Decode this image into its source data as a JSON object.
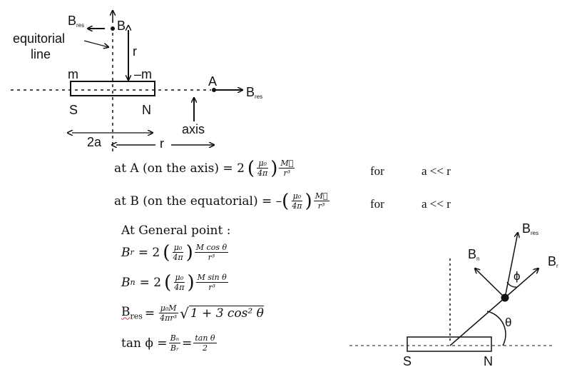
{
  "diagram1": {
    "label_bres_b": "B",
    "label_bres_b_sub": "res",
    "label_b": "B",
    "label_equitorial_1": "equitorial",
    "label_equitorial_2": "line",
    "label_r_vertical": "r",
    "label_m": "m",
    "label_minus_m": "–m",
    "label_a": "A",
    "label_bres_a": "B",
    "label_bres_a_sub": "res",
    "label_s": "S",
    "label_n": "N",
    "label_axis": "axis",
    "label_2a": "2a",
    "label_r_horizontal": "r"
  },
  "formulas": {
    "axis": {
      "lhs": "at A (on the axis) = 2",
      "mu": "μ₀",
      "four_pi": "4π",
      "M": "M⃗",
      "r3": "r³",
      "for": "for",
      "cond": "a << r"
    },
    "equatorial": {
      "lhs": "at B (on the equatorial) = –",
      "mu": "μ₀",
      "four_pi": "4π",
      "M": "M⃗",
      "r3": "r³",
      "for": "for",
      "cond": "a << r"
    },
    "general_heading": "At General point :",
    "br": {
      "lhs": "B",
      "sub": "r",
      "eq": "= 2",
      "mu": "μ₀",
      "four_pi": "4π",
      "num": "M cos θ",
      "den": "r³"
    },
    "bn": {
      "lhs": "B",
      "sub": "n",
      "eq": "= 2",
      "mu": "μ₀",
      "four_pi": "4π",
      "num": "M sin θ",
      "den": "r³"
    },
    "bres": {
      "lhs": "B",
      "sub": "res",
      "eq": "=",
      "num": "μ₀M",
      "den": "4πr³",
      "root": "√",
      "radicand": "1 + 3 cos² θ"
    },
    "tan": {
      "lhs": "tan ϕ =",
      "num1": "Bₙ",
      "den1": "Bᵣ",
      "eq": "=",
      "num2": "tan θ",
      "den2": "2"
    }
  },
  "diagram2": {
    "label_bres": "B",
    "label_bres_sub": "res",
    "label_bn": "B",
    "label_bn_sub": "n",
    "label_br": "B",
    "label_br_sub": "r",
    "label_phi": "ϕ",
    "label_theta": "θ",
    "label_s": "S",
    "label_n": "N"
  }
}
